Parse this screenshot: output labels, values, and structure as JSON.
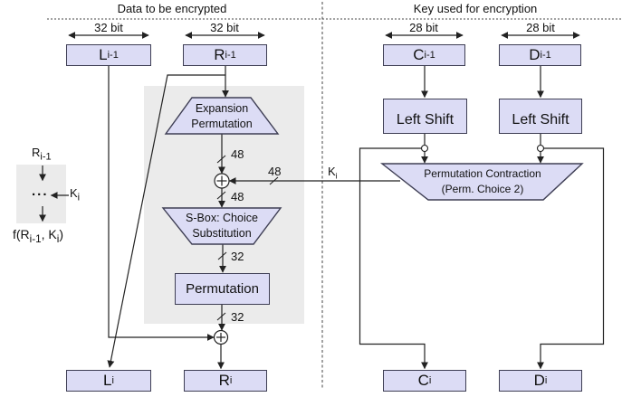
{
  "headers": {
    "left": "Data to be encrypted",
    "right": "Key used for encryption"
  },
  "bit_labels": {
    "l1": "32 bit",
    "l2": "32 bit",
    "r1": "28 bit",
    "r2": "28 bit"
  },
  "registers": {
    "l_prev": {
      "main": "L",
      "sub": "i-1"
    },
    "r_prev": {
      "main": "R",
      "sub": "i-1"
    },
    "c_prev": {
      "main": "C",
      "sub": "i-1"
    },
    "d_prev": {
      "main": "D",
      "sub": "i-1"
    },
    "l_next": {
      "main": "L",
      "sub": "i"
    },
    "r_next": {
      "main": "R",
      "sub": "i"
    },
    "c_next": {
      "main": "C",
      "sub": "i"
    },
    "d_next": {
      "main": "D",
      "sub": "i"
    }
  },
  "blocks": {
    "expansion": {
      "line1": "Expansion",
      "line2": "Permutation"
    },
    "sbox": {
      "line1": "S-Box: Choice",
      "line2": "Substitution"
    },
    "permutation": {
      "label": "Permutation"
    },
    "left_shift_c": {
      "label": "Left Shift"
    },
    "left_shift_d": {
      "label": "Left Shift"
    },
    "perm_contraction": {
      "line1": "Permutation Contraction",
      "line2": "(Perm. Choice 2)"
    }
  },
  "wire_labels": {
    "expansion_out": "48",
    "key_in": "48",
    "xor_out": "48",
    "sbox_out": "32",
    "perm_out": "32",
    "k": {
      "main": "K",
      "sub": "i"
    }
  },
  "legend": {
    "r": {
      "main": "R",
      "sub": "i-1"
    },
    "dots": "...",
    "k": {
      "main": "K",
      "sub": "i"
    },
    "f": {
      "p1": "f(R",
      "sub1": "i-1",
      "p2": ", K",
      "sub2": "i",
      "p3": ")"
    }
  },
  "colors": {
    "box-fill": "#dcdcf5",
    "box-border": "#3e3e54",
    "panel": "#ebebeb",
    "line": "#222222",
    "muted-line": "#555555"
  }
}
